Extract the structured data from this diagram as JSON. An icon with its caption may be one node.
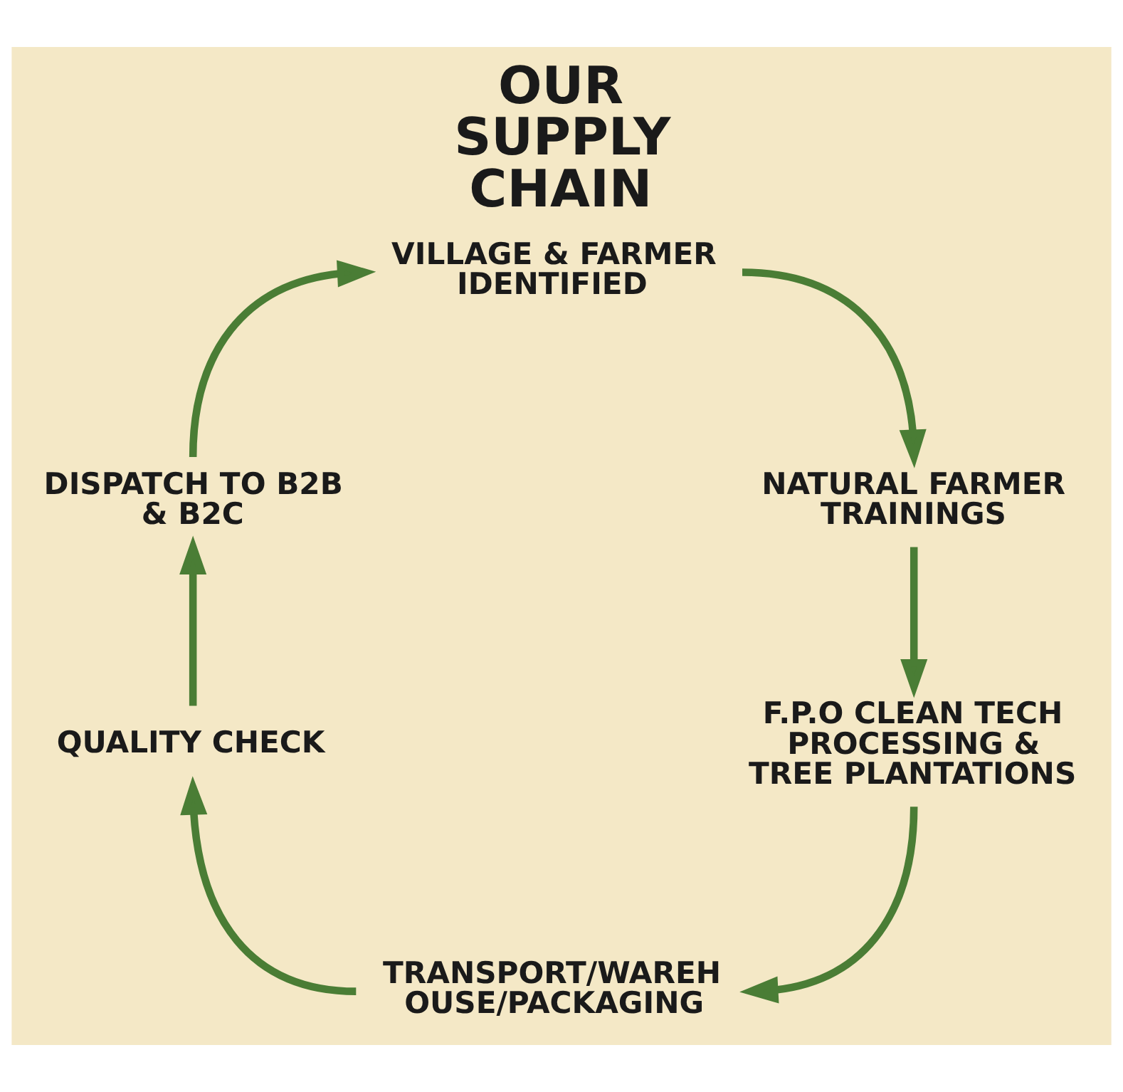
{
  "diagram": {
    "title": "OUR SUPPLY CHAIN",
    "nodes": [
      {
        "text": [
          "VILLAGE & FARMER IDENTIFIED"
        ]
      },
      {
        "text": [
          "NATURAL FARMER TRAININGS"
        ]
      },
      {
        "text": [
          "F.P.O CLEAN TECH PROCESSING & TREE PLANTATIONS"
        ]
      },
      {
        "text": [
          "TRANSPORT/WAREH OUSE/PACKAGING"
        ]
      },
      {
        "text": [
          "QUALITY CHECK"
        ]
      },
      {
        "text": [
          "DISPATCH TO B2B & B2C"
        ]
      }
    ],
    "edges": [
      {
        "from": 0,
        "to": 1,
        "arrow": "to"
      },
      {
        "from": 1,
        "to": 2,
        "arrow": "to"
      },
      {
        "from": 2,
        "to": 3,
        "arrow": "to"
      },
      {
        "from": 3,
        "to": 4,
        "arrow": "to"
      },
      {
        "from": 4,
        "to": 5,
        "arrow": "to"
      },
      {
        "from": 5,
        "to": 0,
        "arrow": "to"
      }
    ]
  }
}
